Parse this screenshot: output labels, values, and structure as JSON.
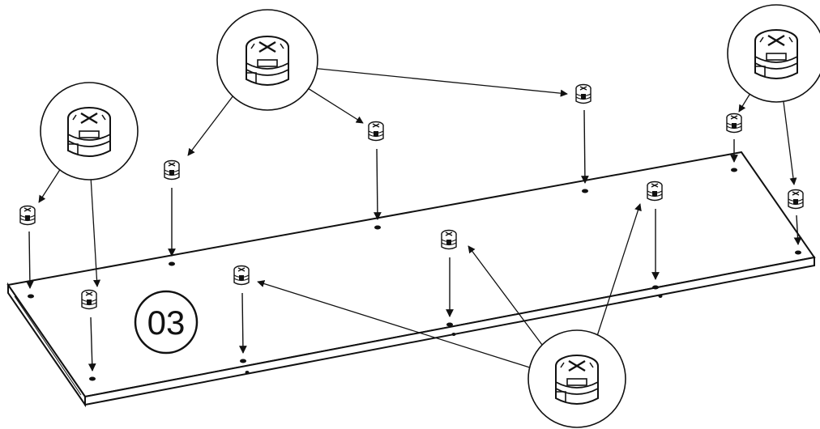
{
  "step": {
    "number": "03"
  },
  "colors": {
    "line": "#111111",
    "panel": "#ffffff",
    "hole": "#111111"
  },
  "parts": [
    {
      "name": "cam-lock-nut",
      "icon": "cam-lock-nut-icon",
      "count": 10
    }
  ],
  "callouts": [
    {
      "name": "callout-cam-nut-front",
      "icon": "cam-nut-detail-icon"
    },
    {
      "name": "callout-cam-nut-left",
      "icon": "cam-nut-detail-icon"
    },
    {
      "name": "callout-cam-nut-right",
      "icon": "cam-nut-detail-icon"
    },
    {
      "name": "callout-cam-nut-bottom",
      "icon": "cam-nut-detail-icon"
    }
  ]
}
